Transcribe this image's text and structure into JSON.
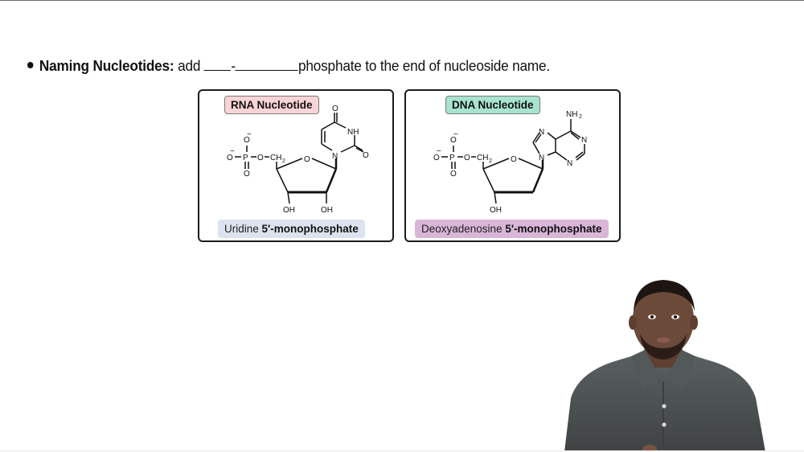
{
  "heading": {
    "bullet": "•",
    "bold_label": "Naming Nucleotides:",
    "text_before_blanks": "add",
    "blank_separator": "-",
    "text_after_blanks": "phosphate to the end of nucleoside name."
  },
  "cards": [
    {
      "id": "rna",
      "tag_label": "RNA Nucleotide",
      "tag_color": "#f9d4d6",
      "caption_normal": "Uridine ",
      "caption_bold": "5'-monophosphate",
      "caption_color": "#dde3ee",
      "structure": {
        "phosphate": {
          "o_top": "O",
          "o_left": "O",
          "p": "P",
          "o_bridge": "O",
          "o_bottom": "O",
          "charge": "−",
          "ch2": "CH",
          "ch2_sub": "2"
        },
        "ring_o": "O",
        "hydroxyls": [
          "OH",
          "OH"
        ],
        "base": {
          "name": "uracil",
          "n1": "N",
          "nh": "NH",
          "o4": "O",
          "o2": "O"
        }
      }
    },
    {
      "id": "dna",
      "tag_label": "DNA Nucleotide",
      "tag_color": "#a8e3cf",
      "caption_normal": "Deoxyadenosine ",
      "caption_bold": "5'-monophosphate",
      "caption_color": "#d9b5d8",
      "structure": {
        "phosphate": {
          "o_top": "O",
          "o_left": "O",
          "p": "P",
          "o_bridge": "O",
          "o_bottom": "O",
          "charge": "−",
          "ch2": "CH",
          "ch2_sub": "2"
        },
        "ring_o": "O",
        "hydroxyls": [
          "OH"
        ],
        "base": {
          "name": "adenine",
          "nh2": "NH",
          "nh2_sub": "2",
          "n9": "N",
          "n7": "N",
          "n1": "N",
          "n3": "N"
        }
      }
    }
  ],
  "presenter": {
    "shirt_color": "#4a4e4f",
    "skin_color": "#6b4a3a"
  }
}
